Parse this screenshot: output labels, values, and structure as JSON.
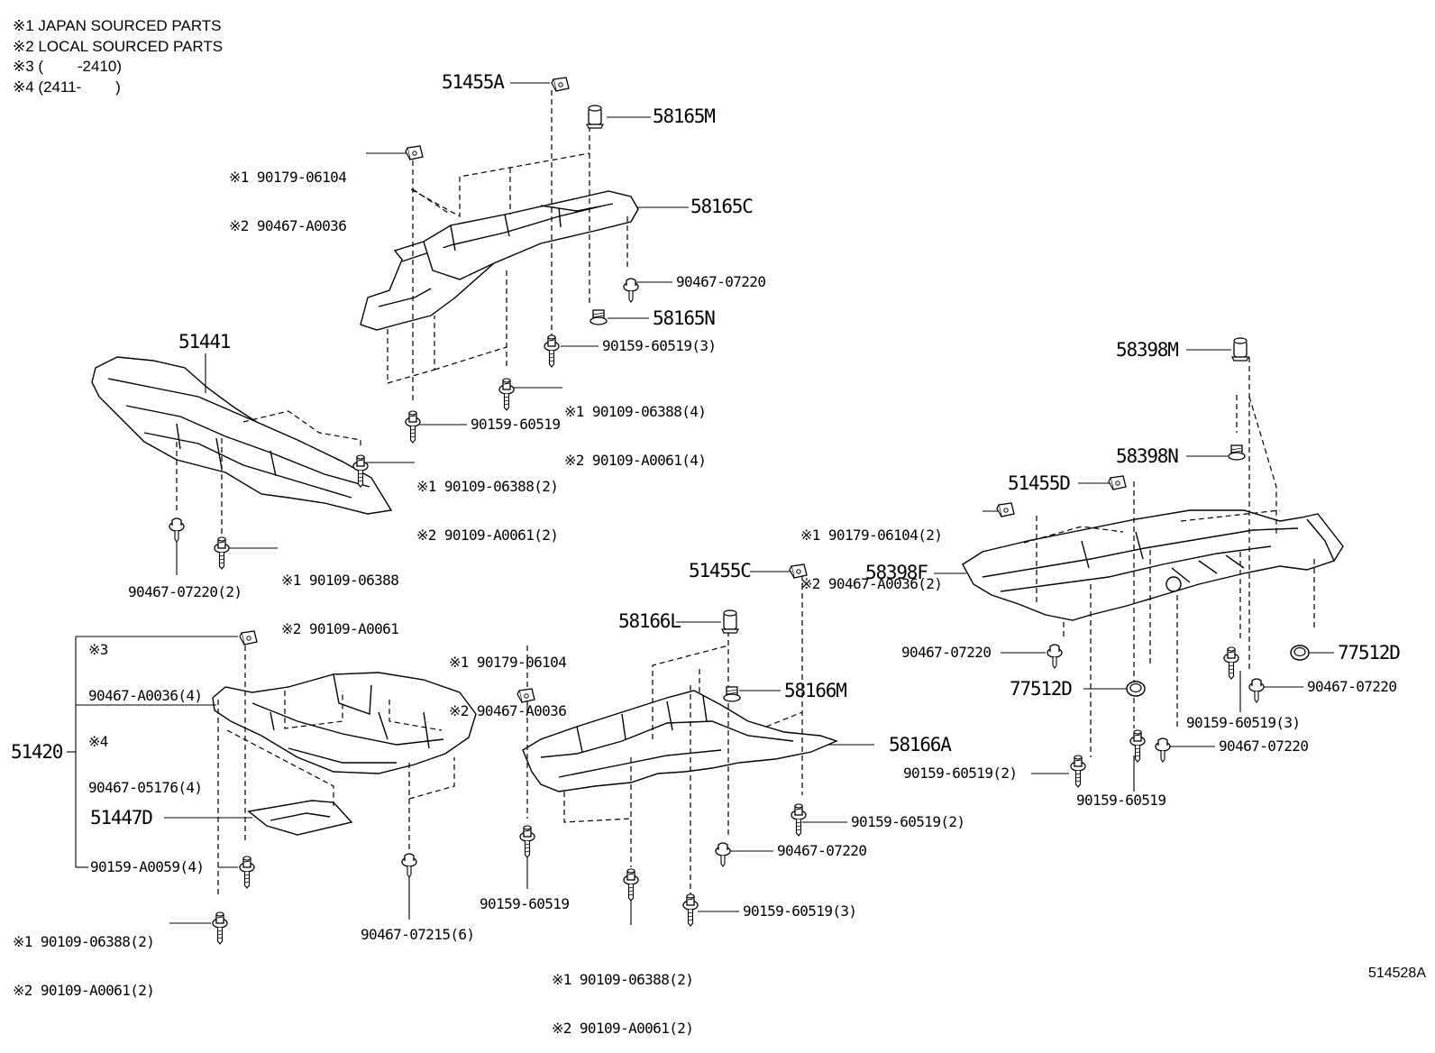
{
  "legend": [
    "※1 JAPAN SOURCED PARTS",
    "※2 LOCAL SOURCED PARTS",
    "※3 (        -2410)",
    "※4 (2411-        )"
  ],
  "parts": {
    "p51455A": "51455A",
    "p58165M": "58165M",
    "p58165C": "58165C",
    "p90179_top": [
      "※1 90179-06104",
      "※2 90467-A0036"
    ],
    "p90467_07220_a": "90467-07220",
    "p58165N": "58165N",
    "p90159_60519_3_a": "90159-60519(3)",
    "p90109_4": [
      "※1 90109-06388(4)",
      "※2 90109-A0061(4)"
    ],
    "p90159_60519_a": "90159-60519",
    "p51441": "51441",
    "p90109_2_a": [
      "※1 90109-06388(2)",
      "※2 90109-A0061(2)"
    ],
    "p90109_single": [
      "※1 90109-06388",
      "※2 90109-A0061"
    ],
    "p90467_07220_2": "90467-07220(2)",
    "p51420_group": [
      "※3",
      "90467-A0036(4)",
      "※4",
      "90467-05176(4)"
    ],
    "p51420": "51420",
    "p51447D": "51447D",
    "p90159_A0059": "90159-A0059(4)",
    "p90109_2_b": [
      "※1 90109-06388(2)",
      "※2 90109-A0061(2)"
    ],
    "p90467_07215": "90467-07215(6)",
    "p90179_mid": [
      "※1 90179-06104",
      "※2 90467-A0036"
    ],
    "p51455C": "51455C",
    "p58166L": "58166L",
    "p58166M": "58166M",
    "p58166A": "58166A",
    "p90159_60519_b": "90159-60519",
    "p90159_60519_2_a": "90159-60519(2)",
    "p90467_07220_b": "90467-07220",
    "p90159_60519_3_b": "90159-60519(3)",
    "p90109_2_c": [
      "※1 90109-06388(2)",
      "※2 90109-A0061(2)"
    ],
    "p58398M": "58398M",
    "p58398N": "58398N",
    "p51455D": "51455D",
    "p90179_right": [
      "※1 90179-06104(2)",
      "※2 90467-A0036(2)"
    ],
    "p58398F": "58398F",
    "p90467_07220_c": "90467-07220",
    "p77512D_a": "77512D",
    "p77512D_b": "77512D",
    "p90467_07220_d": "90467-07220",
    "p90159_60519_3_c": "90159-60519(3)",
    "p90467_07220_e": "90467-07220",
    "p90159_60519_2_b": "90159-60519(2)",
    "p90159_60519_c": "90159-60519"
  },
  "illustration_code": "514528A"
}
